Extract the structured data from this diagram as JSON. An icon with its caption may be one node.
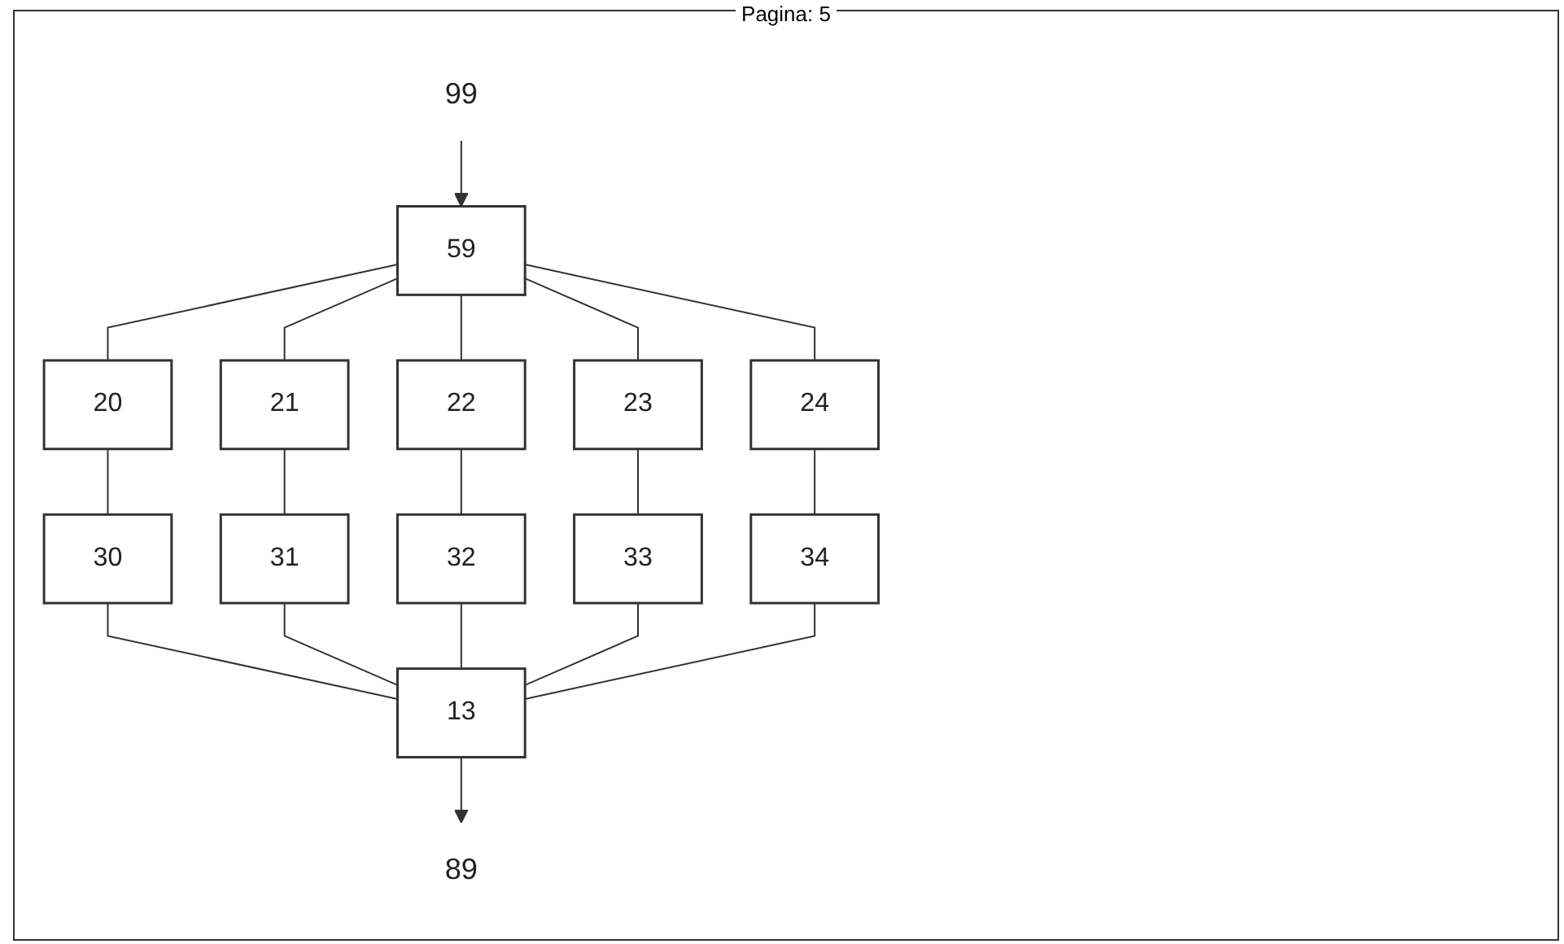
{
  "diagram": {
    "nodes": [
      {
        "text": [
          "99"
        ]
      },
      {
        "text": [
          "59"
        ]
      },
      {
        "text": [
          "20"
        ]
      },
      {
        "text": [
          "21"
        ]
      },
      {
        "text": [
          "22"
        ]
      },
      {
        "text": [
          "23"
        ]
      },
      {
        "text": [
          "24"
        ]
      },
      {
        "text": [
          "30"
        ]
      },
      {
        "text": [
          "31"
        ]
      },
      {
        "text": [
          "32"
        ]
      },
      {
        "text": [
          "33"
        ]
      },
      {
        "text": [
          "34"
        ]
      },
      {
        "text": [
          "13"
        ]
      },
      {
        "text": [
          "89"
        ]
      }
    ],
    "edges": [
      {
        "from": 0,
        "to": 1,
        "arrow": "to"
      },
      {
        "from": 1,
        "to": 2,
        "arrow": "none"
      },
      {
        "from": 1,
        "to": 3,
        "arrow": "none"
      },
      {
        "from": 1,
        "to": 4,
        "arrow": "none"
      },
      {
        "from": 1,
        "to": 5,
        "arrow": "none"
      },
      {
        "from": 1,
        "to": 6,
        "arrow": "none"
      },
      {
        "from": 2,
        "to": 7,
        "arrow": "none"
      },
      {
        "from": 3,
        "to": 8,
        "arrow": "none"
      },
      {
        "from": 4,
        "to": 9,
        "arrow": "none"
      },
      {
        "from": 5,
        "to": 10,
        "arrow": "none"
      },
      {
        "from": 6,
        "to": 11,
        "arrow": "none"
      },
      {
        "from": 7,
        "to": 12,
        "arrow": "none"
      },
      {
        "from": 8,
        "to": 12,
        "arrow": "none"
      },
      {
        "from": 9,
        "to": 12,
        "arrow": "none"
      },
      {
        "from": 10,
        "to": 12,
        "arrow": "none"
      },
      {
        "from": 11,
        "to": 12,
        "arrow": "none"
      },
      {
        "from": 12,
        "to": 13,
        "arrow": "to"
      }
    ],
    "labels": [
      "Pagina: 5"
    ]
  }
}
